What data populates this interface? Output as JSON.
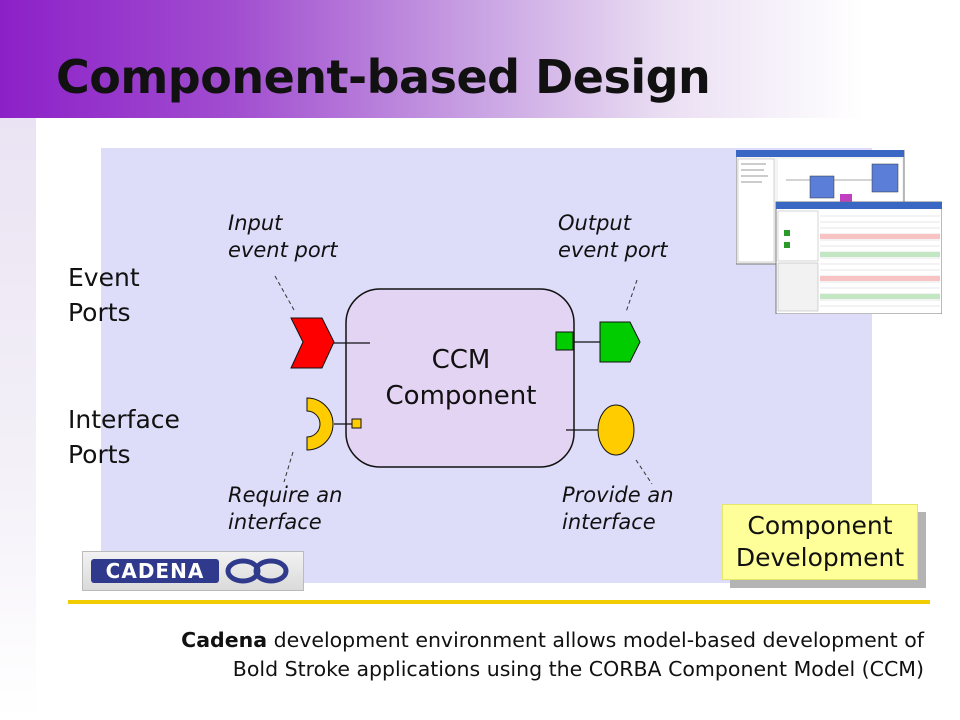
{
  "slide": {
    "title": "Component-based Design"
  },
  "diagram": {
    "event_ports_label": "Event\nPorts",
    "interface_ports_label": "Interface\nPorts",
    "input_event_port_label": "Input\nevent port",
    "output_event_port_label": "Output\nevent port",
    "require_interface_label": "Require an\ninterface",
    "provide_interface_label": "Provide an\ninterface",
    "component_label": "CCM\nComponent",
    "colors": {
      "panel": "#ddddfa",
      "component": "#e4d4f4",
      "input_port": "#ff0000",
      "output_port": "#00cc00",
      "interface_port": "#ffcc00",
      "callout": "#ffff99"
    }
  },
  "callout": {
    "label": "Component\nDevelopment"
  },
  "logo": {
    "text": "CADENA"
  },
  "caption": {
    "bold": "Cadena",
    "line1_rest": " development environment allows model-based development of",
    "line2": "Bold Stroke applications using the CORBA Component Model (CCM)"
  }
}
